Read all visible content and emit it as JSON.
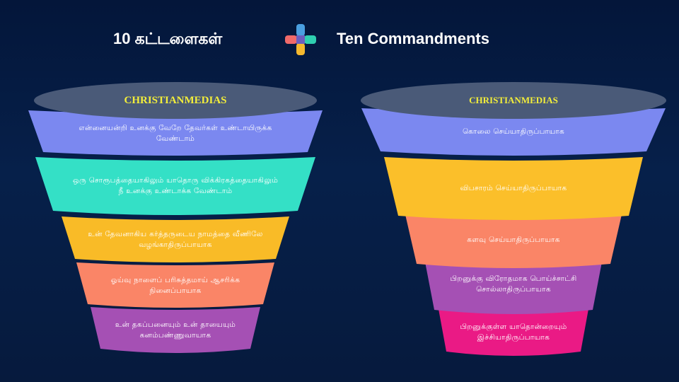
{
  "header": {
    "title_left": "10 கட்டளைகள்",
    "title_right": "Ten Commandments",
    "logo_icon": "four-color-cross-icon",
    "logo_colors": [
      "#4a9fe0",
      "#f06a6a",
      "#2fcfb0",
      "#f5b82e"
    ]
  },
  "left_funnel": {
    "brand": "CHRISTIANMEDIAS",
    "rim_color": "#4a5a78",
    "segments": [
      {
        "text": "என்னையன்றி உனக்கு வேறே தேவர்கள் உண்டாயிருக்க வேண்டாம்",
        "color": "#7b88f0"
      },
      {
        "text": "ஒரு சொரூபத்தையாகிலும் யாதொரு விக்கிரகத்தையாகிலும் நீ உனக்கு உண்டாக்க வேண்டாம்",
        "color": "#34e0c6"
      },
      {
        "text": "உன் தேவனாகிய கர்த்தருடைய நாமத்தை வீணிலே வழங்காதிருப்பாயாக",
        "color": "#f9bb27"
      },
      {
        "text": "ஓய்வு நாளைப் பரிசுத்தமாய் ஆசரிக்க நினைப்பாயாக",
        "color": "#fa8567"
      },
      {
        "text": "உன் தகப்பனையும் உன் தாயையும் கனம்பண்ணுவாயாக",
        "color": "#a550b4"
      }
    ]
  },
  "right_funnel": {
    "brand": "CHRISTIANMEDIAS",
    "rim_color": "#4a5a78",
    "segments": [
      {
        "text": "கொலை செய்யாதிருப்பாயாக",
        "color": "#7b88f0"
      },
      {
        "text": "விபசாரம் செய்யாதிருப்பாயாக",
        "color": "#fbbf2a"
      },
      {
        "text": "களவு செய்யாதிருப்பாயாக",
        "color": "#fa8567"
      },
      {
        "text": "பிறனுக்கு விரோதமாக பொய்ச்சாட்சி சொல்லாதிருப்பாயாக",
        "color": "#a550b4"
      },
      {
        "text": "பிறனுக்குள்ள யாதொன்றையும் இச்சியாதிருப்பாயாக",
        "color": "#ea1a85"
      }
    ]
  }
}
